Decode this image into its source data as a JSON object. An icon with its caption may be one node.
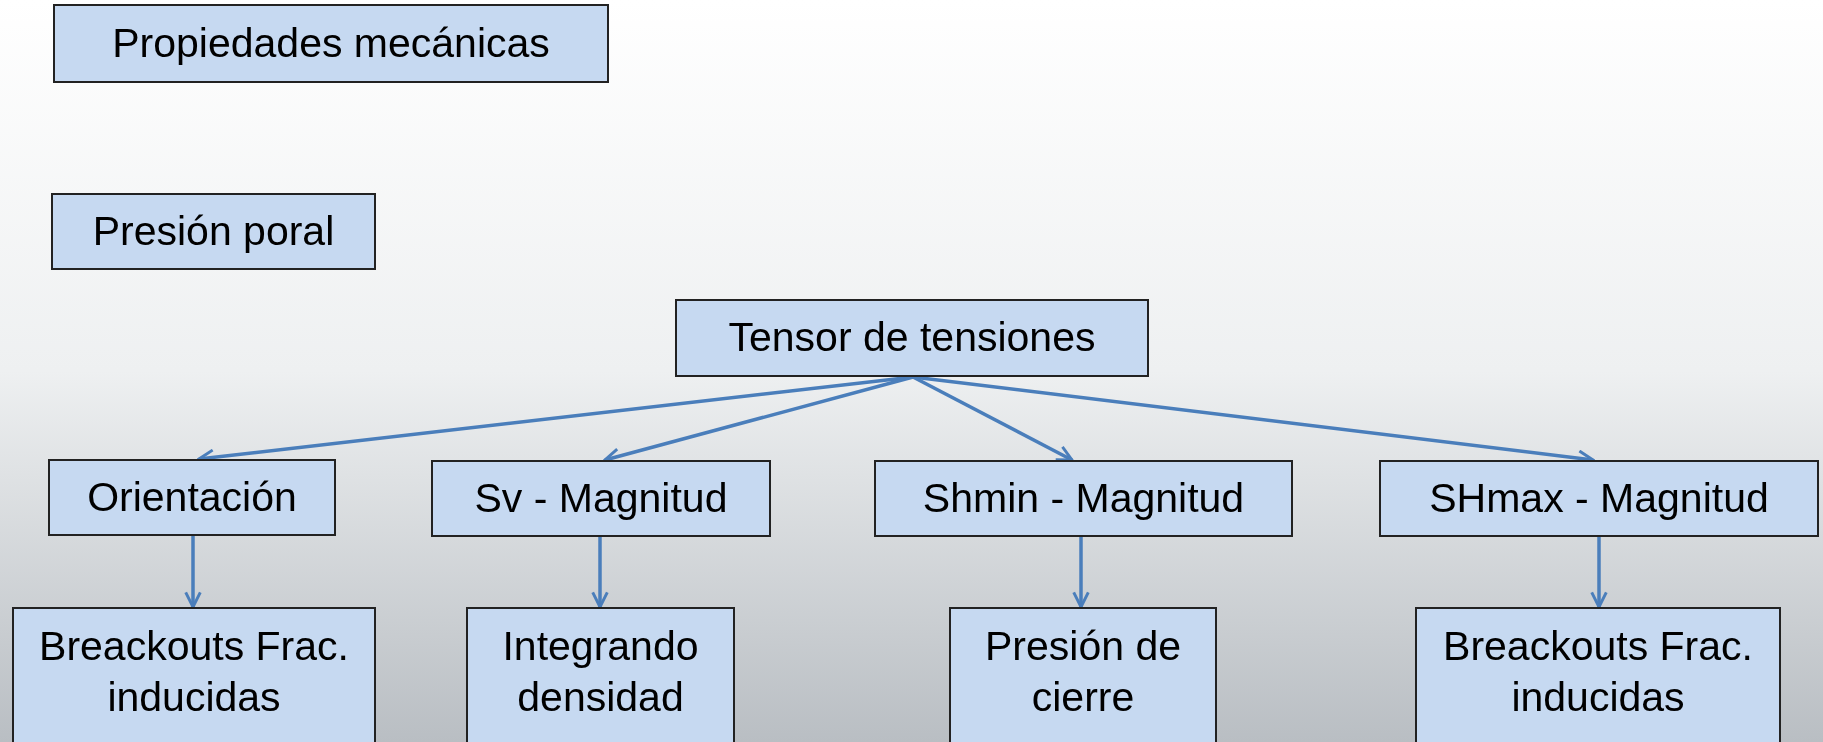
{
  "diagram": {
    "nodes": [
      {
        "text": [
          "Propiedades mecánicas"
        ]
      },
      {
        "text": [
          "Presión poral"
        ]
      },
      {
        "text": [
          "Tensor de tensiones"
        ]
      },
      {
        "text": [
          "Orientación"
        ]
      },
      {
        "text": [
          "Sv - Magnitud"
        ]
      },
      {
        "text": [
          "Shmin - Magnitud"
        ]
      },
      {
        "text": [
          "SHmax - Magnitud"
        ]
      },
      {
        "text": [
          "Breackouts Frac. inducidas"
        ]
      },
      {
        "text": [
          "Integrando densidad"
        ]
      },
      {
        "text": [
          "Presión de cierre"
        ]
      },
      {
        "text": [
          "Breackouts Frac. inducidas"
        ]
      }
    ],
    "edges": [
      {
        "from": 2,
        "to": 3,
        "arrow": "to"
      },
      {
        "from": 2,
        "to": 4,
        "arrow": "to"
      },
      {
        "from": 2,
        "to": 5,
        "arrow": "to"
      },
      {
        "from": 2,
        "to": 6,
        "arrow": "to"
      },
      {
        "from": 3,
        "to": 7,
        "arrow": "to"
      },
      {
        "from": 4,
        "to": 8,
        "arrow": "to"
      },
      {
        "from": 5,
        "to": 9,
        "arrow": "to"
      },
      {
        "from": 6,
        "to": 10,
        "arrow": "to"
      }
    ]
  }
}
